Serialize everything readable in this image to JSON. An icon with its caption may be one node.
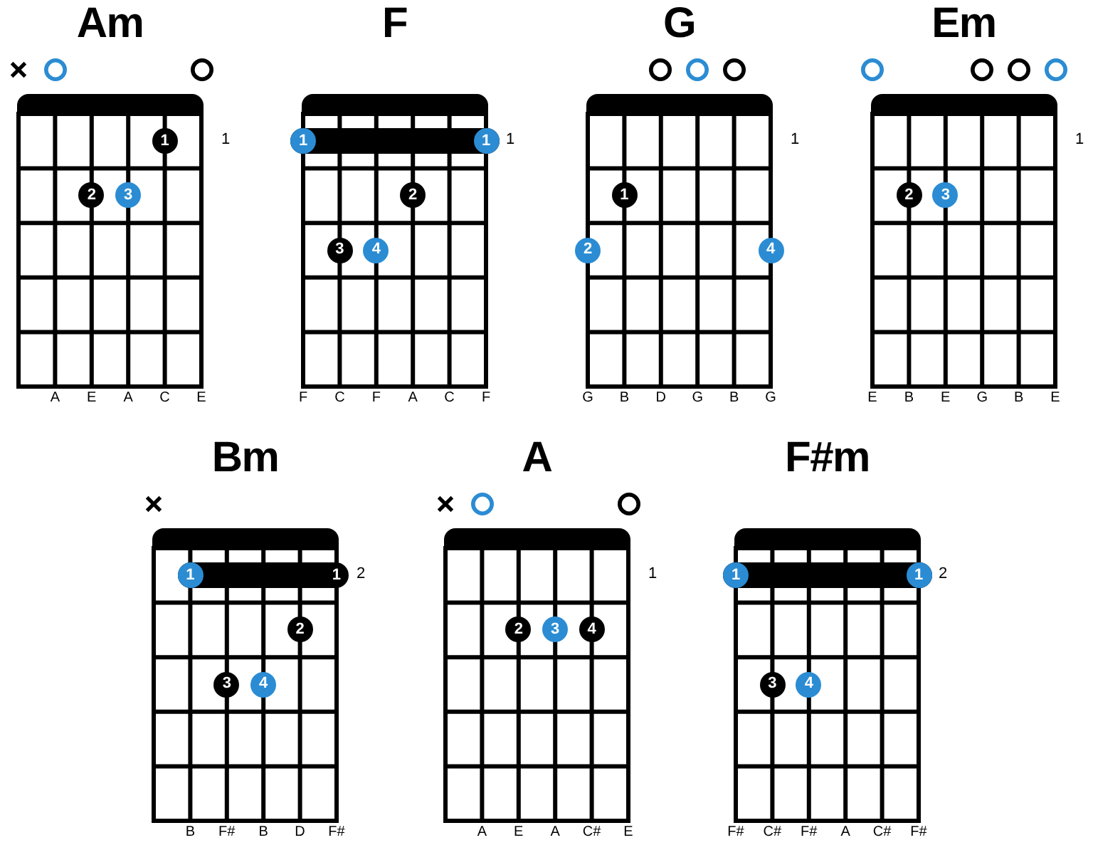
{
  "diagram": {
    "nodes": [
      {
        "text": [
          "Am"
        ],
        "beside": [
          "A",
          "E",
          "A",
          "C",
          "E"
        ]
      },
      {
        "text": [
          "1"
        ],
        "in": 0
      },
      {
        "text": [
          "2"
        ],
        "in": 0
      },
      {
        "text": [
          "3"
        ],
        "in": 0
      },
      {
        "text": [
          "F"
        ],
        "beside": [
          "F",
          "C",
          "F",
          "A",
          "C",
          "F"
        ]
      },
      {
        "text": [
          "1",
          "1"
        ],
        "in": 4
      },
      {
        "text": [
          "2"
        ],
        "in": 4
      },
      {
        "text": [
          "3"
        ],
        "in": 4
      },
      {
        "text": [
          "4"
        ],
        "in": 4
      },
      {
        "text": [
          "G"
        ],
        "beside": [
          "G",
          "B",
          "D",
          "G",
          "B",
          "G"
        ]
      },
      {
        "text": [
          "1"
        ],
        "in": 9
      },
      {
        "text": [
          "2"
        ],
        "in": 9
      },
      {
        "text": [
          "4"
        ],
        "in": 9
      },
      {
        "text": [
          "Em"
        ],
        "beside": [
          "E",
          "B",
          "E",
          "G",
          "B",
          "E"
        ]
      },
      {
        "text": [
          "2"
        ],
        "in": 13
      },
      {
        "text": [
          "3"
        ],
        "in": 13
      },
      {
        "text": [
          "Bm"
        ],
        "beside": [
          "B",
          "F#",
          "B",
          "D",
          "F#"
        ]
      },
      {
        "text": [
          "1",
          "1"
        ],
        "in": 16
      },
      {
        "text": [
          "2"
        ],
        "in": 16
      },
      {
        "text": [
          "3"
        ],
        "in": 16
      },
      {
        "text": [
          "4"
        ],
        "in": 16
      },
      {
        "text": [
          "A"
        ],
        "beside": [
          "A",
          "E",
          "A",
          "C#",
          "E"
        ]
      },
      {
        "text": [
          "2"
        ],
        "in": 21
      },
      {
        "text": [
          "3"
        ],
        "in": 21
      },
      {
        "text": [
          "4"
        ],
        "in": 21
      },
      {
        "text": [
          "F#m"
        ],
        "beside": [
          "F#",
          "C#",
          "F#",
          "A",
          "C#",
          "F#"
        ]
      },
      {
        "text": [
          "1",
          "1"
        ],
        "in": 25
      },
      {
        "text": [
          "3"
        ],
        "in": 25
      },
      {
        "text": [
          "4"
        ],
        "in": 25
      }
    ],
    "labels": [
      "1",
      "1",
      "1",
      "1",
      "2",
      "1",
      "2"
    ]
  }
}
